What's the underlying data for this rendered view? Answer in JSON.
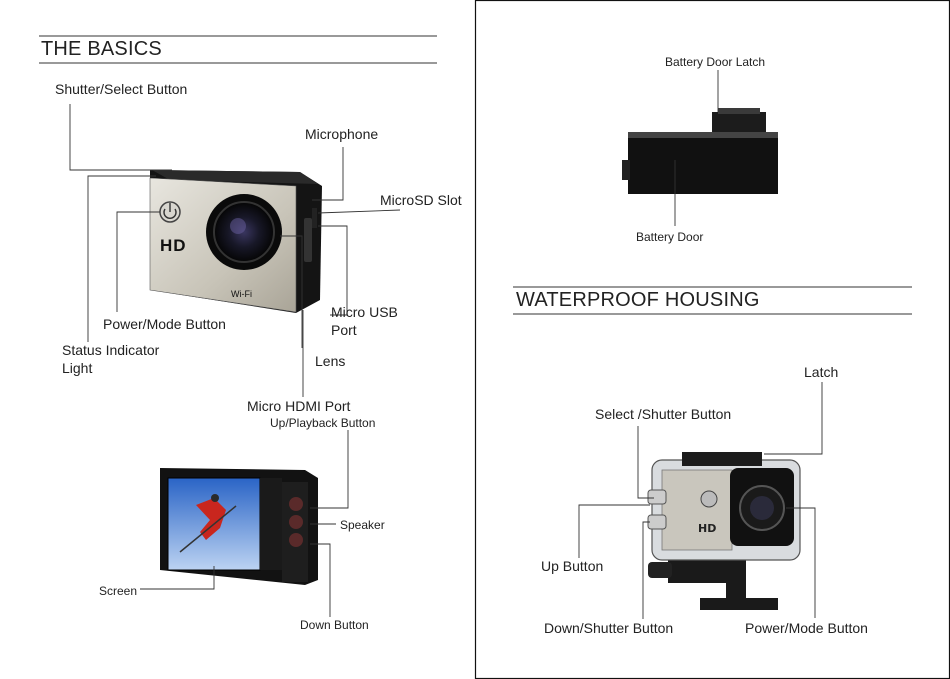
{
  "basics": {
    "title": "THE BASICS",
    "labels": {
      "shutter_select": "Shutter/Select Button",
      "microphone": "Microphone",
      "microsd": "MicroSD Slot",
      "power_mode": "Power/Mode Button",
      "status_line1": "Status Indicator",
      "status_line2": "Light",
      "micro_usb_line1": "Micro USB",
      "micro_usb_line2": "Port",
      "lens": "Lens",
      "micro_hdmi": "Micro HDMI Port",
      "up_playback": "Up/Playback Button",
      "speaker": "Speaker",
      "screen": "Screen",
      "down": "Down  Button"
    },
    "camera_print": {
      "hd": "HD",
      "wifi": "Wi-Fi"
    }
  },
  "battery": {
    "latch": "Battery Door Latch",
    "door": "Battery Door"
  },
  "housing": {
    "title": "WATERPROOF HOUSING",
    "labels": {
      "latch": "Latch",
      "select_shutter": "Select /Shutter Button",
      "up": "Up Button",
      "down_shutter": "Down/Shutter Button",
      "power_mode": "Power/Mode Button"
    }
  },
  "colors": {
    "lines": "#333333",
    "camera_body": "#111111",
    "silver": "#c9c6bd"
  }
}
